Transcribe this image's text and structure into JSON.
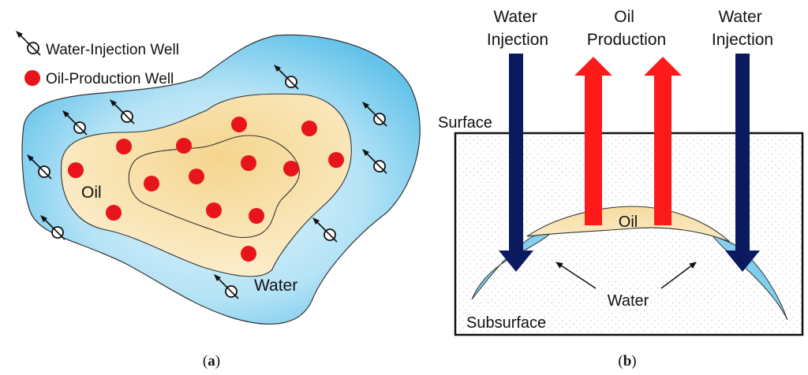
{
  "panel_a": {
    "legend": {
      "injection_label": "Water-Injection Well",
      "production_label": "Oil-Production Well"
    },
    "labels": {
      "oil": "Oil",
      "water": "Water"
    },
    "caption_letter": "a"
  },
  "panel_b": {
    "labels": {
      "water_injection_left": [
        "Water",
        "Injection"
      ],
      "oil_production": [
        "Oil",
        "Production"
      ],
      "water_injection_right": [
        "Water",
        "Injection"
      ],
      "surface": "Surface",
      "oil": "Oil",
      "water": "Water",
      "subsurface": "Subsurface"
    },
    "caption_letter": "b"
  },
  "colors": {
    "water_light": "#d6f0fb",
    "water_dark": "#5cc0e8",
    "oil_light": "#fbecc6",
    "oil_dark": "#f3cf82",
    "production_well": "#e8141c",
    "injection_arrow": "#0b1a5e",
    "production_arrow": "#ff1a1a"
  }
}
